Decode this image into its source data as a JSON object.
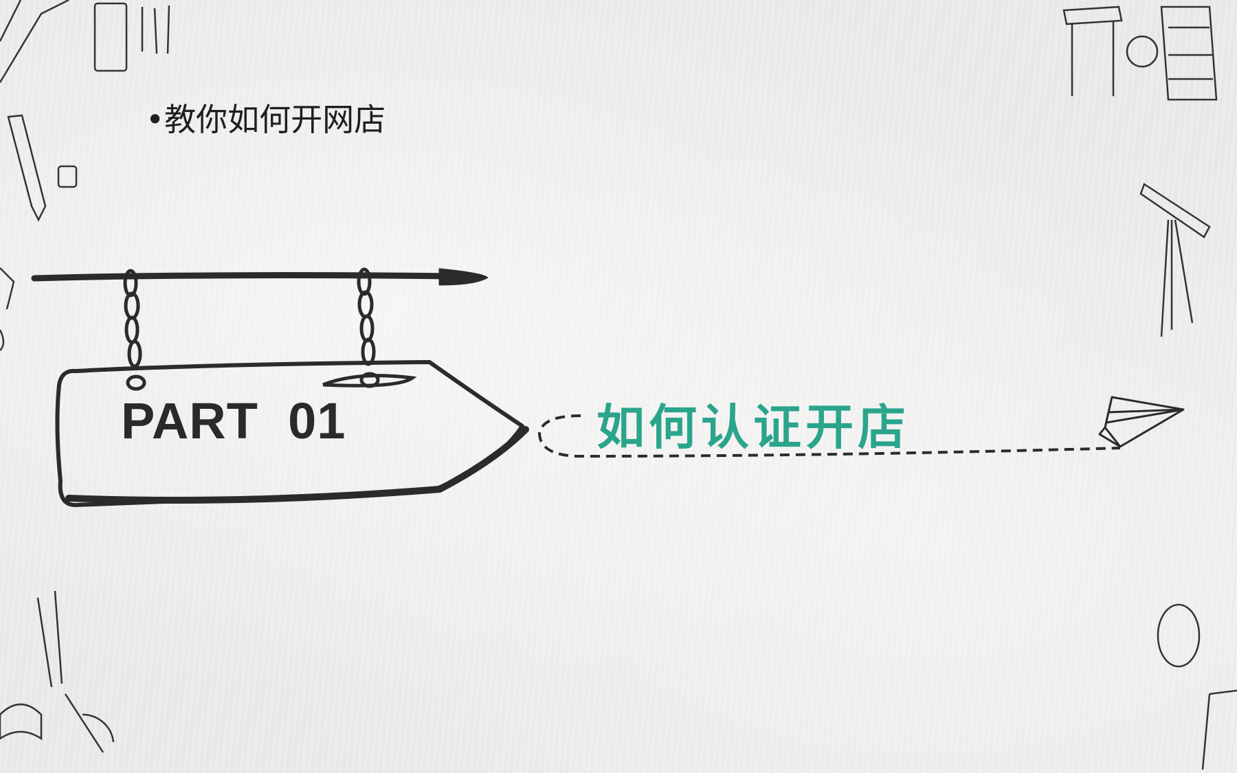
{
  "slide": {
    "subtitle": "•教你如何开网店",
    "part_label": "PART  01",
    "section_title": "如何认证开店",
    "accent_color": "#2aa58c"
  }
}
